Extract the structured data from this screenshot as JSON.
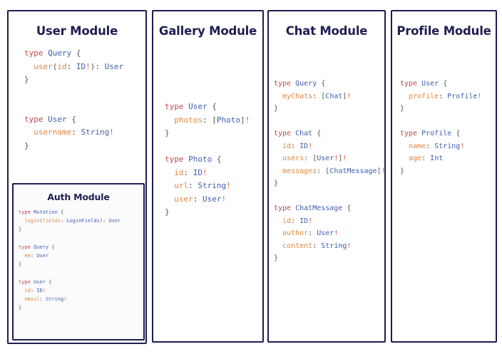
{
  "diagram": {
    "title_style": "graphql-module-schema-boards",
    "background": "#ffffff",
    "border_color": "#1d1d52",
    "heading_color": "#1f1f52",
    "token_colors": {
      "keyword": "#bd4b4b",
      "type_name": "#3f5fab",
      "field_name": "#e0873f",
      "punctuation": "#555555",
      "non_null_bang": "#e0533f"
    }
  },
  "panels": [
    {
      "id": "user",
      "title": "User Module",
      "code_lines": [
        "type Query {",
        "  user(id: ID!): User",
        "}",
        "",
        "",
        "type User {",
        "  username: String!",
        "}"
      ],
      "sub_panel": {
        "id": "auth",
        "title": "Auth Module",
        "code_lines": [
          "type Mutation {",
          "  login(fields: LoginFields): User",
          "}",
          "",
          "type Query {",
          "  me: User",
          "}",
          "",
          "type User {",
          "  id: ID!",
          "  email: String!",
          "}"
        ]
      }
    },
    {
      "id": "gallery",
      "title": "Gallery Module",
      "code_lines": [
        "type User {",
        "  photos: [Photo]!",
        "}",
        "",
        "type Photo {",
        "  id: ID!",
        "  url: String!",
        "  user: User!",
        "}"
      ]
    },
    {
      "id": "chat",
      "title": "Chat Module",
      "code_lines": [
        "type Query {",
        "  myChats: [Chat]!",
        "}",
        "",
        "type Chat {",
        "  id: ID!",
        "  users: [User!]!",
        "  messages: [ChatMessage]!",
        "}",
        "",
        "type ChatMessage {",
        "  id: ID!",
        "  author: User!",
        "  content: String!",
        "}"
      ]
    },
    {
      "id": "profile",
      "title": "Profile Module",
      "code_lines": [
        "type User {",
        "  profile: Profile!",
        "}",
        "",
        "type Profile {",
        "  name: String!",
        "  age: Int",
        "}"
      ]
    }
  ]
}
